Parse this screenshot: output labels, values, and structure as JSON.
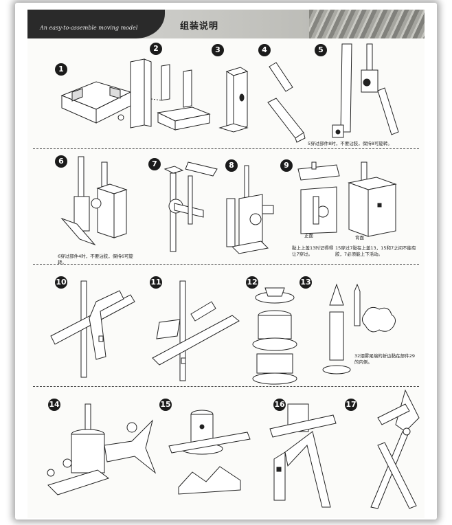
{
  "header": {
    "english_title": "An easy-to-assemble moving model",
    "chinese_title": "组装说明"
  },
  "steps": [
    {
      "number": "1"
    },
    {
      "number": "2"
    },
    {
      "number": "3"
    },
    {
      "number": "4"
    },
    {
      "number": "5",
      "note": "5穿过部件8时，不要沾胶，保持8可旋转。"
    },
    {
      "number": "6",
      "note": "6穿过部件4时，不要沾胶，保持6可旋转。"
    },
    {
      "number": "7"
    },
    {
      "number": "8"
    },
    {
      "number": "9",
      "note_left": "黏上上盖13时记得得让7穿过。",
      "note_right": "15穿过7黏在上盖13，15和7之间不能有胶，7必须能上下活动。",
      "label_front": "正面",
      "label_back": "背面"
    },
    {
      "number": "10"
    },
    {
      "number": "11"
    },
    {
      "number": "12"
    },
    {
      "number": "13",
      "note": "32烟雾尾端的折边黏在部件29的内侧。"
    },
    {
      "number": "14"
    },
    {
      "number": "15"
    },
    {
      "number": "16"
    },
    {
      "number": "17"
    }
  ]
}
